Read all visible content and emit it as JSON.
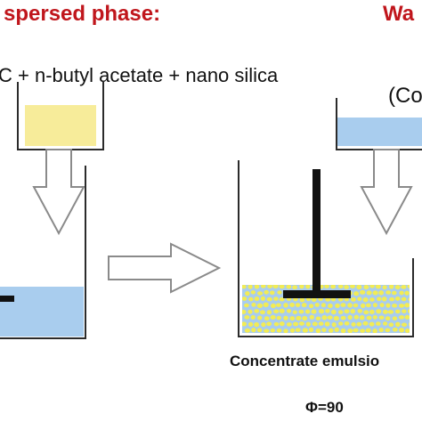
{
  "labels": {
    "dispersed_phase": "spersed phase:",
    "water_phase": "Wa",
    "oil_components": "C + n-butyl acetate + nano silica",
    "water_components": "(Co",
    "emulsion_label": "Concentrate emulsio",
    "phi_label": "Φ=90"
  },
  "colors": {
    "title_red": "#c0161c",
    "oil_yellow": "#f7ec9a",
    "water_blue": "#a9cdee",
    "droplet_yellow": "#f2ec55",
    "outline": "#2b2b2b",
    "arrow_outline": "#8a8a8a"
  }
}
